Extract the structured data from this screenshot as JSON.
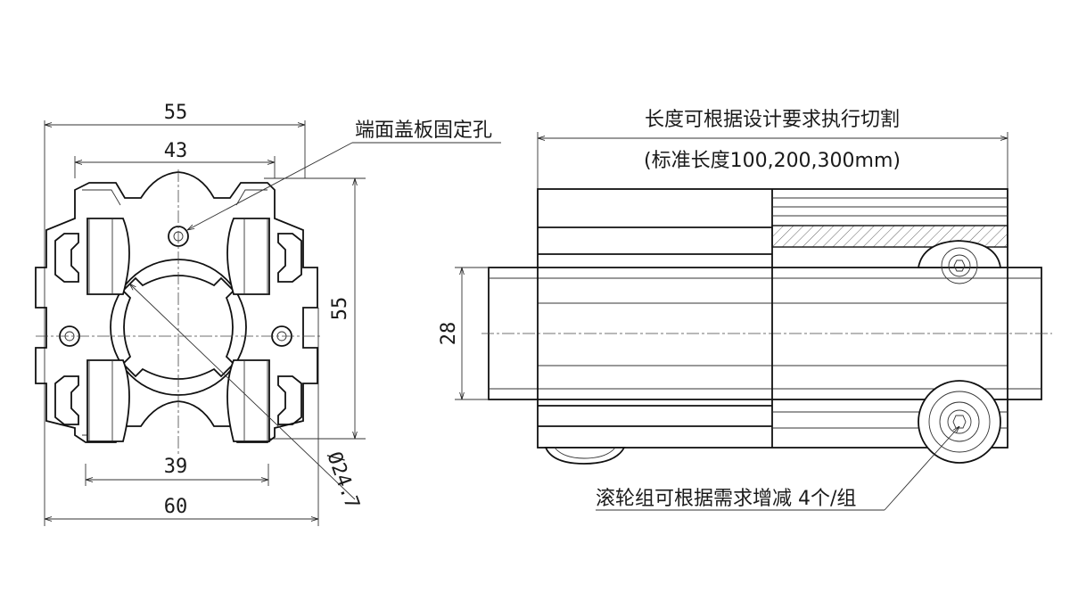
{
  "end_view": {
    "dims": {
      "width_outer_top": "55",
      "width_inner_top": "43",
      "height_right": "55",
      "width_inner_bottom": "39",
      "width_outer_bottom": "60",
      "bore_diameter": "Ø24.7"
    },
    "label_mount_hole": "端面盖板固定孔"
  },
  "side_view": {
    "label_length": "长度可根据设计要求执行切割",
    "label_standard_length": "(标准长度100,200,300mm)",
    "shaft_dim": "28",
    "label_roller": "滚轮组可根据需求增减 4个/组"
  }
}
